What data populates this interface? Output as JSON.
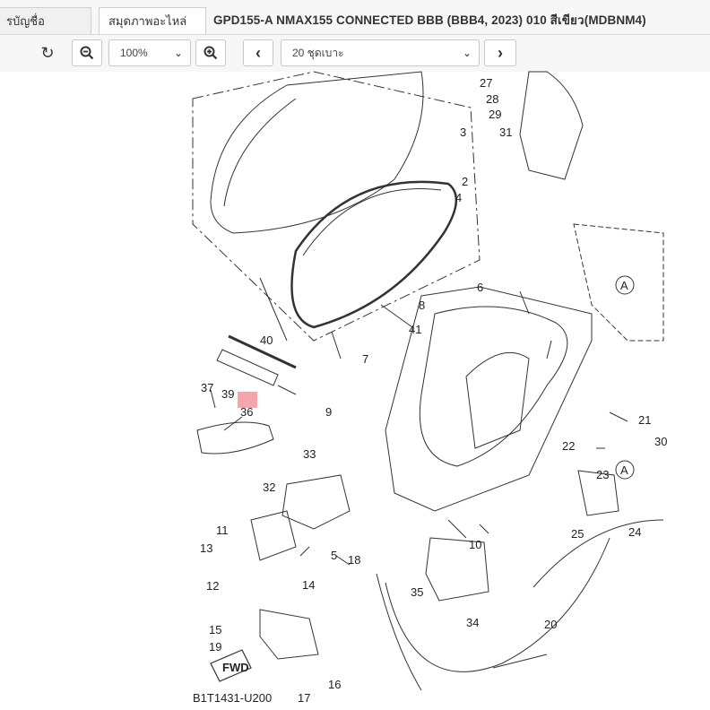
{
  "tabs": [
    {
      "label": "รบัญชื่อ"
    },
    {
      "label": "สมุดภาพอะไหล่"
    }
  ],
  "page_title": "GPD155-A NMAX155 CONNECTED BBB (BBB4, 2023) 010 สีเขียว(MDBNM4)",
  "toolbar": {
    "zoom_value": "100%",
    "section_value": "20 ชุดเบาะ"
  },
  "diagram": {
    "code": "B1T1431-U200",
    "highlighted_part": "36",
    "fwd_label": "FWD",
    "callout_a": "A",
    "part_labels": [
      "27",
      "28",
      "29",
      "31",
      "3",
      "2",
      "4",
      "6",
      "8",
      "41",
      "40",
      "7",
      "39",
      "37",
      "36",
      "9",
      "33",
      "32",
      "11",
      "13",
      "5",
      "18",
      "14",
      "12",
      "15",
      "19",
      "16",
      "17",
      "10",
      "35",
      "34",
      "20",
      "21",
      "22",
      "23",
      "24",
      "25",
      "30"
    ]
  }
}
